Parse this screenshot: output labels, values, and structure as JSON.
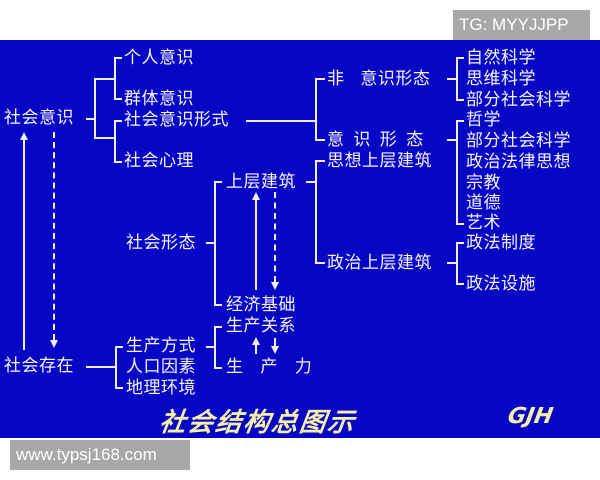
{
  "watermarks": {
    "top_right": "TG: MYYJJPP",
    "bottom_left": "www.typsj168.com"
  },
  "diagram": {
    "title": "社会结构总图示",
    "signature": "GJH",
    "colors": {
      "background": "#0606c4",
      "text": "#f4f4ff",
      "title": "#f5f0a8"
    },
    "nodes": {
      "social_consciousness": "社会意识",
      "individual_consciousness": "个人意识",
      "group_consciousness": "群体意识",
      "forms_of_consciousness": "社会意识形式",
      "social_psychology": "社会心理",
      "non_ideology": "非 意识形态",
      "ideology": "意 识 形 态",
      "natural_science": "自然科学",
      "thinking_science": "思维科学",
      "partial_social_science_1": "部分社会科学",
      "philosophy": "哲学",
      "partial_social_science_2": "部分社会科学",
      "political_legal_thought": "政治法律思想",
      "religion": "宗教",
      "morality": "道德",
      "art": "艺术",
      "ideological_superstructure": "思想上层建筑",
      "political_superstructure": "政治上层建筑",
      "political_legal_system": "政法制度",
      "political_legal_facilities": "政法设施",
      "social_formation": "社会形态",
      "superstructure": "上层建筑",
      "economic_base": "经济基础",
      "relations_of_production": "生产关系",
      "productive_forces": "生 产 力",
      "social_existence": "社会存在",
      "mode_of_production": "生产方式",
      "population_factor": "人口因素",
      "geographic_environment": "地理环境"
    }
  }
}
